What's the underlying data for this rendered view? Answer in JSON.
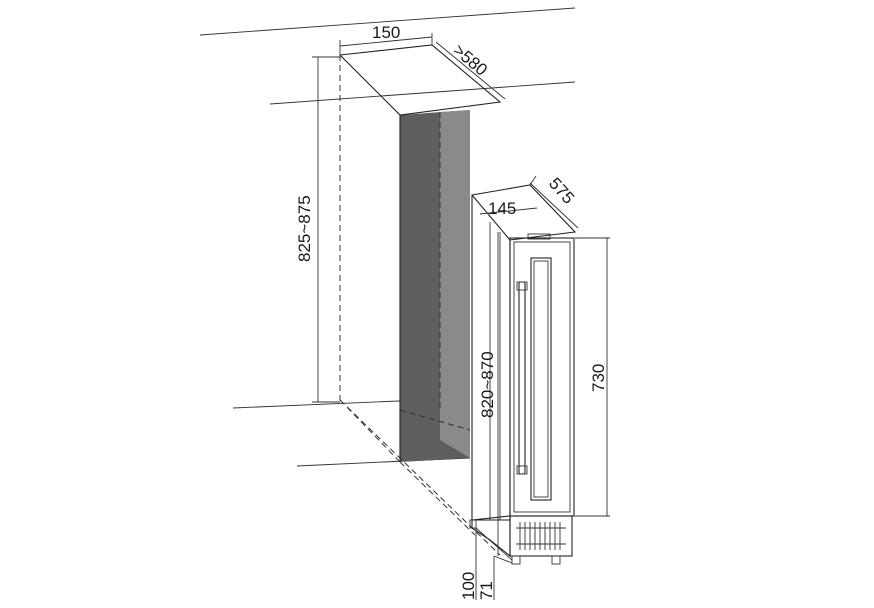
{
  "diagram": {
    "niche": {
      "width": "150",
      "depth": ">580",
      "height": "825~875"
    },
    "appliance": {
      "width": "145",
      "depth": "575",
      "height_total": "820~870",
      "door_height": "730",
      "base_height": "100",
      "foot_height": "71"
    },
    "colors": {
      "line": "#222222",
      "niche_back_dark": "#6e6e6e",
      "niche_back_mid": "#8c8c8c",
      "cabinet_fill": "#ffffff"
    }
  }
}
